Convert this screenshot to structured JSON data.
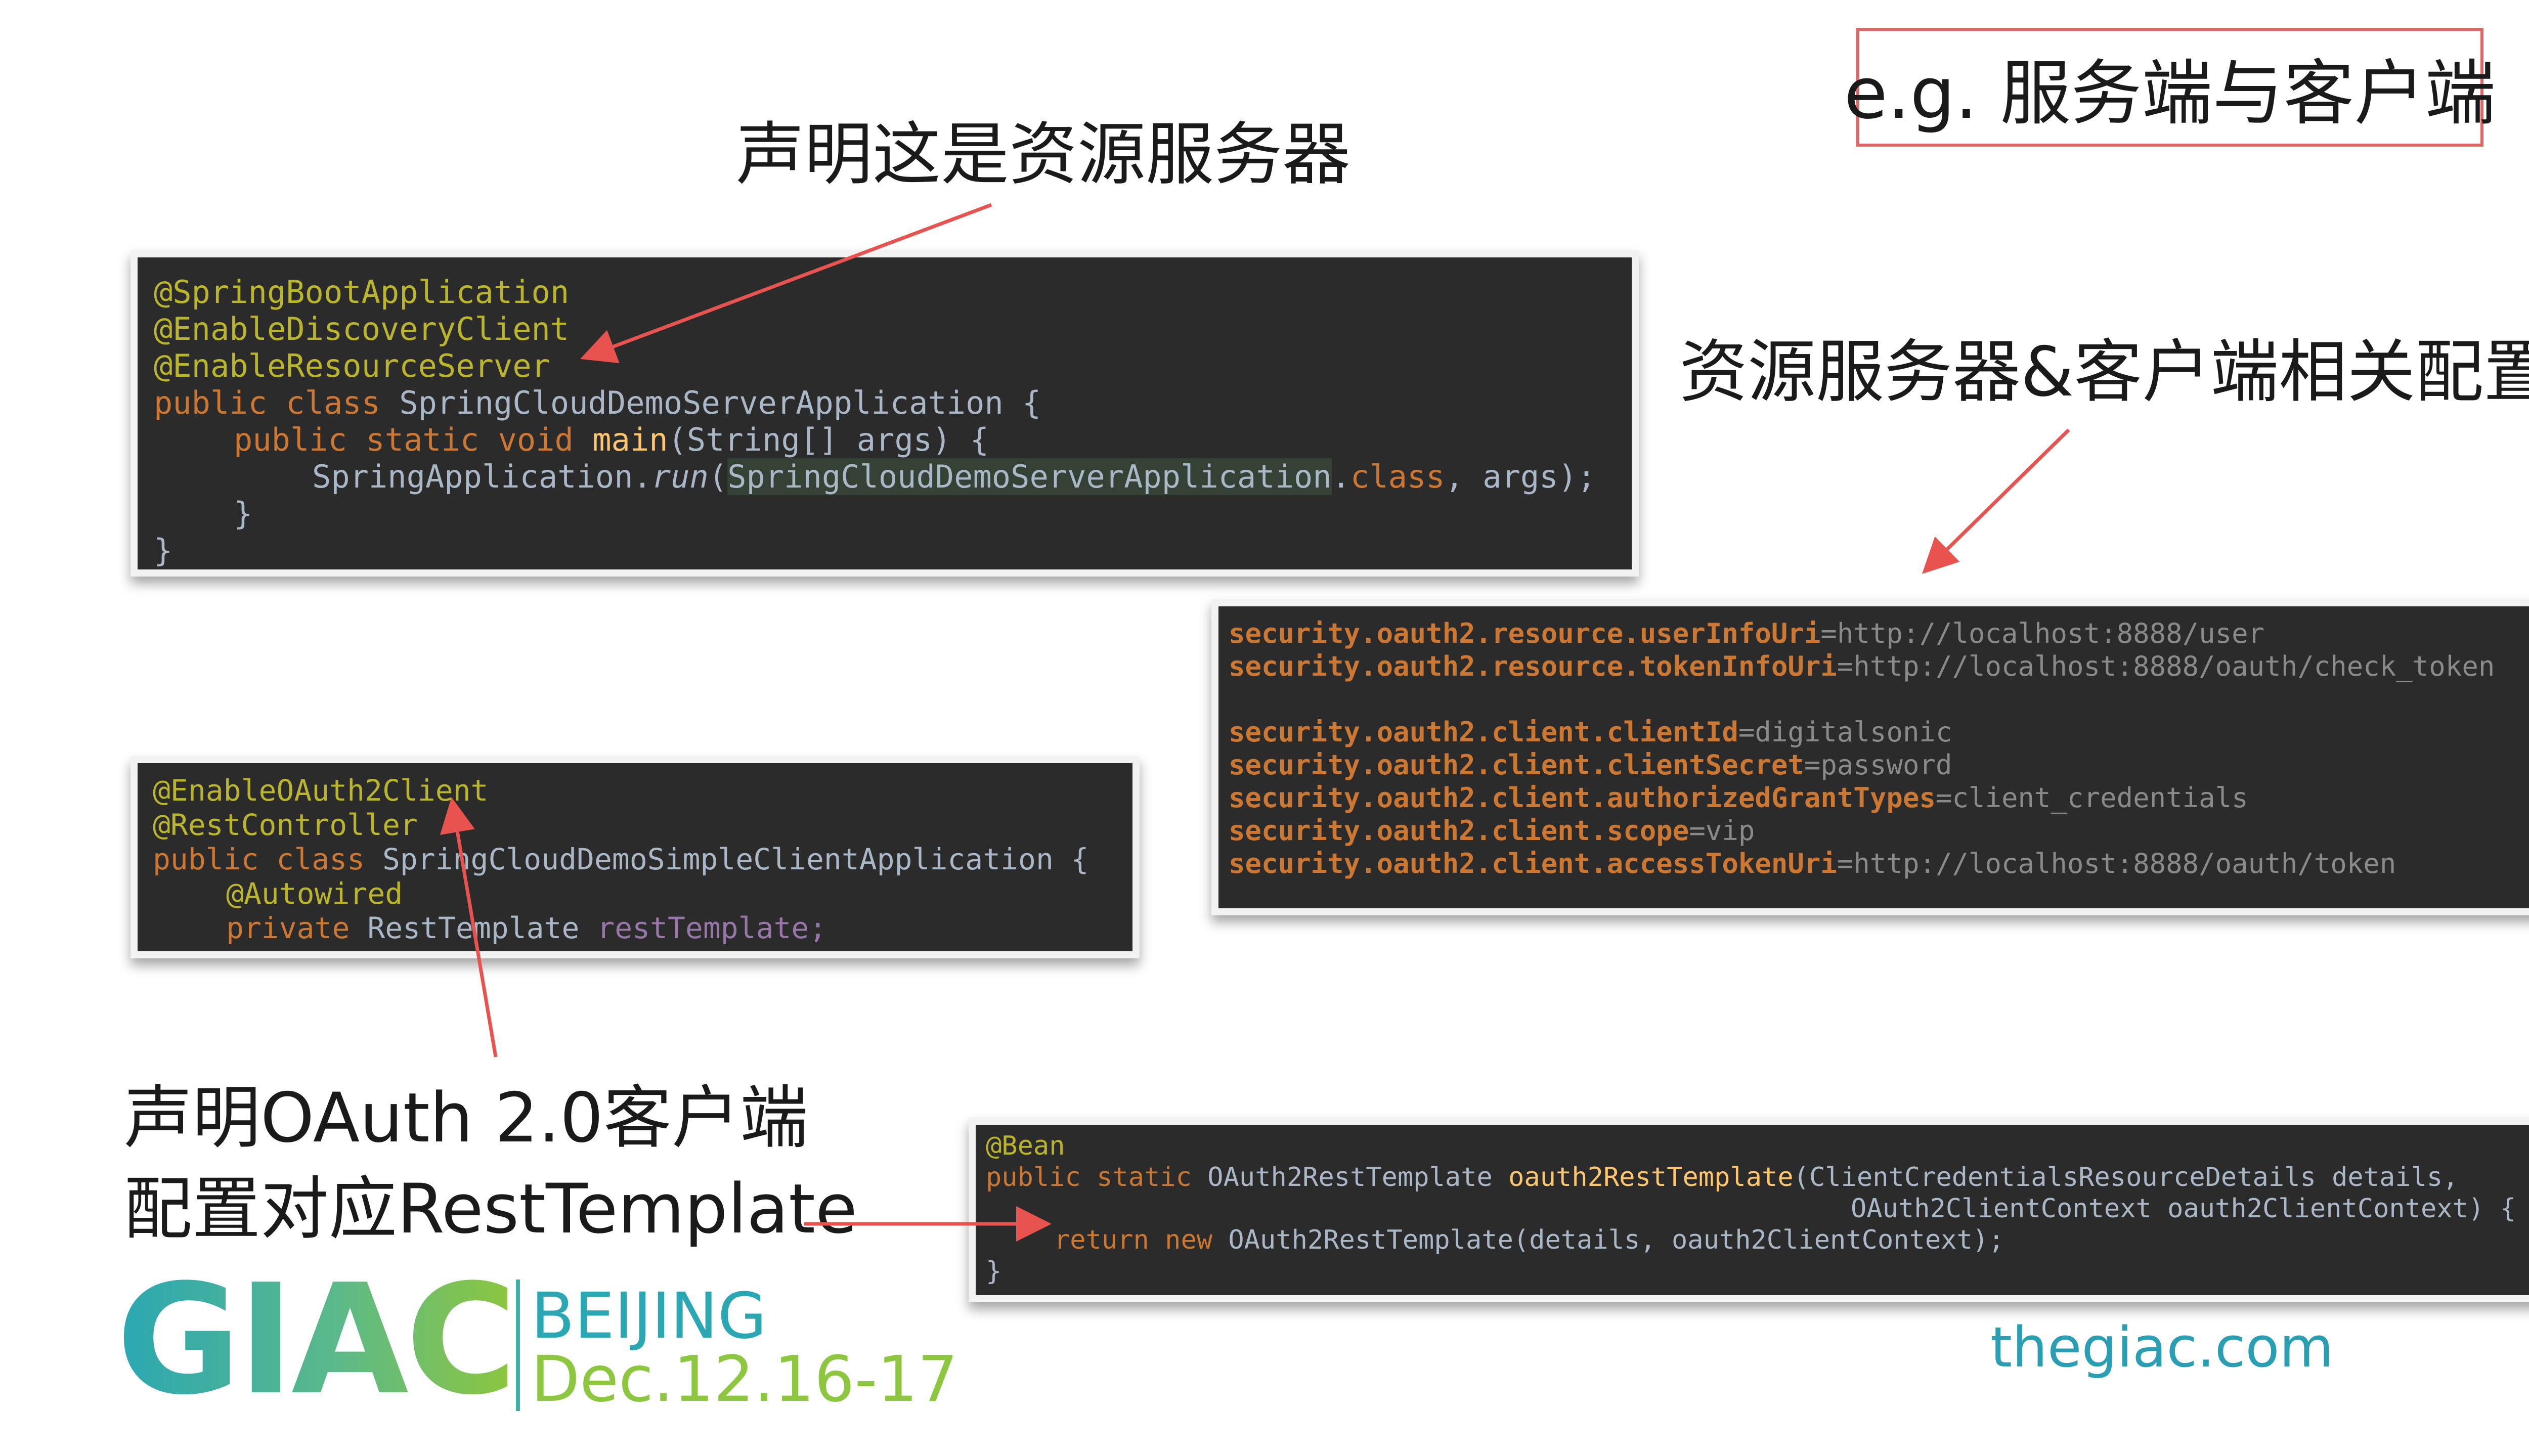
{
  "slide": {
    "tag": "e.g. 服务端与客户端",
    "label_resource_server": "声明这是资源服务器",
    "label_config": "资源服务器&客户端相关配置",
    "label_oauth_client_line1": "声明OAuth 2.0客户端",
    "label_oauth_client_line2": "配置对应RestTemplate"
  },
  "code_server": {
    "l1": "@SpringBootApplication",
    "l2": "@EnableDiscoveryClient",
    "l3": "@EnableResourceServer",
    "l4_kw": "public class ",
    "l4_name": "SpringCloudDemoServerApplication {",
    "l5_kw": "public static void ",
    "l5_fn": "main",
    "l5_rest": "(String[] args) {",
    "l6_a": "SpringApplication.",
    "l6_run": "run",
    "l6_b": "(",
    "l6_hl": "SpringCloudDemoServerApplication",
    "l6_c": ".",
    "l6_kw": "class",
    "l6_d": ", args);",
    "l7": "}",
    "l8": "}"
  },
  "code_client": {
    "l1": "@EnableOAuth2Client",
    "l2": "@RestController",
    "l3_kw": "public class ",
    "l3_name": "SpringCloudDemoSimpleClientApplication {",
    "l4": "@Autowired",
    "l5_kw": "private ",
    "l5_type": "RestTemplate ",
    "l5_field": "restTemplate;"
  },
  "config": {
    "p1_key": "security.oauth2.resource.userInfoUri",
    "p1_val": "=http://localhost:8888/user",
    "p2_key": "security.oauth2.resource.tokenInfoUri",
    "p2_val": "=http://localhost:8888/oauth/check_token",
    "p3_key": "security.oauth2.client.clientId",
    "p3_val": "=digitalsonic",
    "p4_key": "security.oauth2.client.clientSecret",
    "p4_val": "=password",
    "p5_key": "security.oauth2.client.authorizedGrantTypes",
    "p5_val": "=client_credentials",
    "p6_key": "security.oauth2.client.scope",
    "p6_val": "=vip",
    "p7_key": "security.oauth2.client.accessTokenUri",
    "p7_val": "=http://localhost:8888/oauth/token"
  },
  "code_bean": {
    "l1": "@Bean",
    "l2_kw": "public static ",
    "l2_type": "OAuth2RestTemplate ",
    "l2_fn": "oauth2RestTemplate",
    "l2_rest": "(ClientCredentialsResourceDetails details,",
    "l3": "OAuth2ClientContext oauth2ClientContext) {",
    "l4_kw": "return new ",
    "l4_rest": "OAuth2RestTemplate(details, oauth2ClientContext);",
    "l5": "}"
  },
  "footer": {
    "logo": "GIAC",
    "city": "BEIJING",
    "date": "Dec.12.16-17",
    "site": "thegiac.com"
  },
  "colors": {
    "arrow": "#e8534f",
    "code_bg": "#2b2b2b",
    "logo_teal": "#2aa7b3",
    "logo_green": "#8dc63f"
  }
}
